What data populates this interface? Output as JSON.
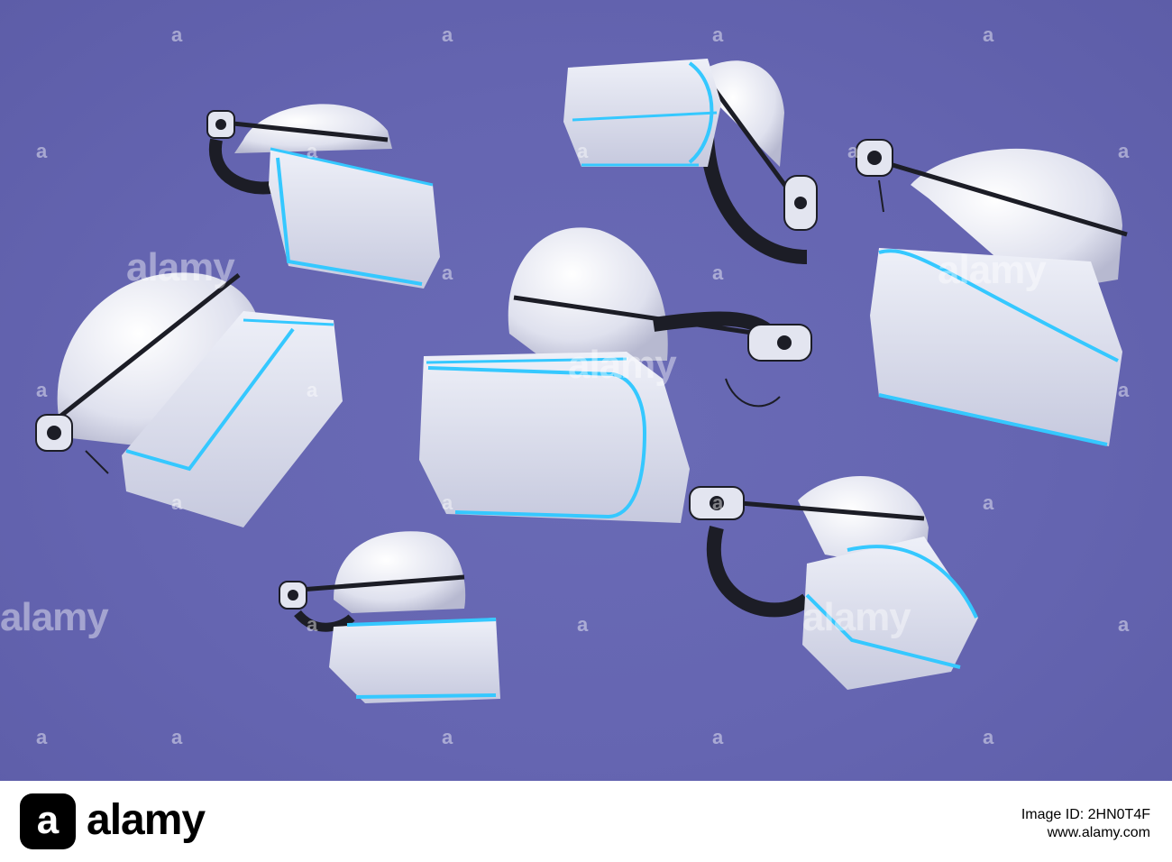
{
  "watermark": {
    "brand_text": "alamy",
    "small_mark": "a"
  },
  "footer": {
    "brand_mark_letter": "a",
    "brand_name": "alamy",
    "image_id_prefix": "Image ID: 2HN0T4F",
    "site": "www.alamy.com"
  },
  "colors": {
    "background": "#6565b1",
    "headset_body": "#e6e8f2",
    "accent_light": "#35c8ff",
    "strap_dark": "#1c1d26"
  },
  "objects": [
    {
      "name": "vr-headset"
    },
    {
      "name": "vr-headset"
    },
    {
      "name": "vr-headset"
    },
    {
      "name": "vr-headset"
    },
    {
      "name": "vr-headset"
    },
    {
      "name": "vr-headset"
    },
    {
      "name": "vr-headset"
    }
  ]
}
